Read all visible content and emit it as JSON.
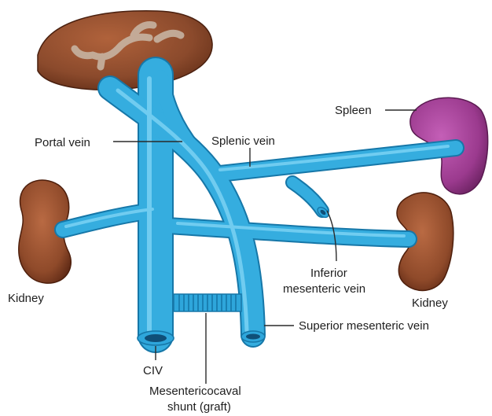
{
  "labels": {
    "portal_vein": "Portal vein",
    "splenic_vein": "Splenic vein",
    "spleen": "Spleen",
    "kidney_left": "Kidney",
    "kidney_right": "Kidney",
    "inferior_mesenteric_line1": "Inferior",
    "inferior_mesenteric_line2": "mesenteric vein",
    "superior_mesenteric": "Superior mesenteric vein",
    "civ": "CIV",
    "shunt_line1": "Mesentericocaval",
    "shunt_line2": "shunt (graft)"
  },
  "colors": {
    "vein": "#2ea6db",
    "vein_outline": "#1677a8",
    "liver": "#8b4a2c",
    "kidney": "#8f4a2a",
    "spleen": "#9b3a8e",
    "label_text": "#1e1e1e"
  }
}
